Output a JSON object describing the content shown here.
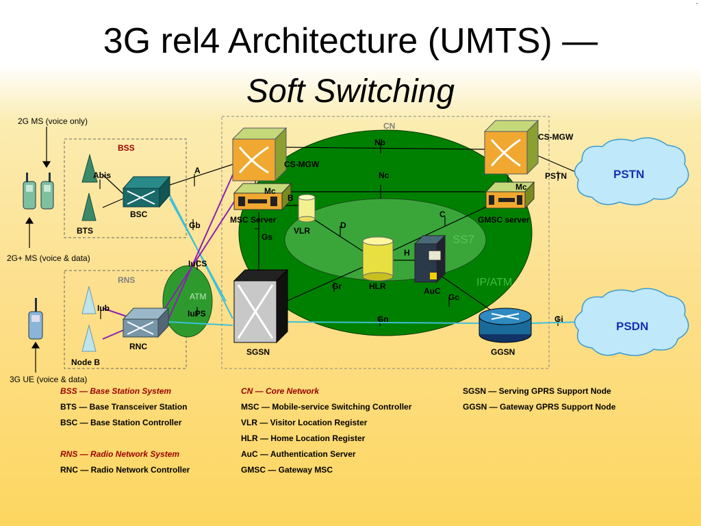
{
  "title": {
    "line1": "3G rel4 Architecture (UMTS) —",
    "line2": "Soft Switching"
  },
  "corner_mark": "-",
  "labels": {
    "ms_2g": "2G MS (voice only)",
    "ms_2gplus": "2G+ MS (voice & data)",
    "ue_3g": "3G UE (voice & data)",
    "bss": "BSS",
    "rns": "RNS",
    "cn": "CN",
    "abis": "Abis",
    "bts": "BTS",
    "bsc": "BSC",
    "iub": "Iub",
    "node_b": "Node B",
    "rnc": "RNC",
    "a": "A",
    "gb": "Gb",
    "iucs": "IuCS",
    "iups": "IuPS",
    "atm": "ATM",
    "cs_mgw_left": "CS-MGW",
    "cs_mgw_right": "CS-MGW",
    "nb": "Nb",
    "nc": "Nc",
    "mc_left": "Mc",
    "mc_right": "Mc",
    "b": "B",
    "c": "C",
    "d": "D",
    "h": "H",
    "gs": "Gs",
    "gr": "Gr",
    "gc": "Gc",
    "gn": "Gn",
    "gi": "Gi",
    "msc_server": "MSC Server",
    "gmsc_server": "GMSC server",
    "vlr": "VLR",
    "hlr": "HLR",
    "auc": "AuC",
    "ss7": "SS7",
    "ip_atm": "IP/ATM",
    "sgsn": "SGSN",
    "ggsn": "GGSN",
    "pstn_if": "PSTN",
    "pstn": "PSTN",
    "psdn": "PSDN"
  },
  "legend": {
    "col1": [
      "BSS — Base Station System",
      "BTS — Base Transceiver Station",
      "BSC — Base Station Controller",
      "RNS — Radio Network System",
      "RNC — Radio Network Controller"
    ],
    "col2": [
      "CN — Core Network",
      "MSC — Mobile-service Switching Controller",
      "VLR — Visitor Location Register",
      "HLR — Home Location Register",
      "AuC — Authentication Server",
      "GMSC — Gateway MSC"
    ],
    "col3": [
      "SGSN — Serving GPRS Support Node",
      "GGSN — Gateway GPRS Support Node"
    ]
  },
  "colors": {
    "core_green": "#008000",
    "ss7_green": "#3aa63a",
    "bss_red": "#9b0000",
    "cloud_blue": "#1a2fb0",
    "cn_grey": "#808080",
    "link_cyan": "#3cc0d8",
    "link_purple": "#8a1fb0"
  }
}
